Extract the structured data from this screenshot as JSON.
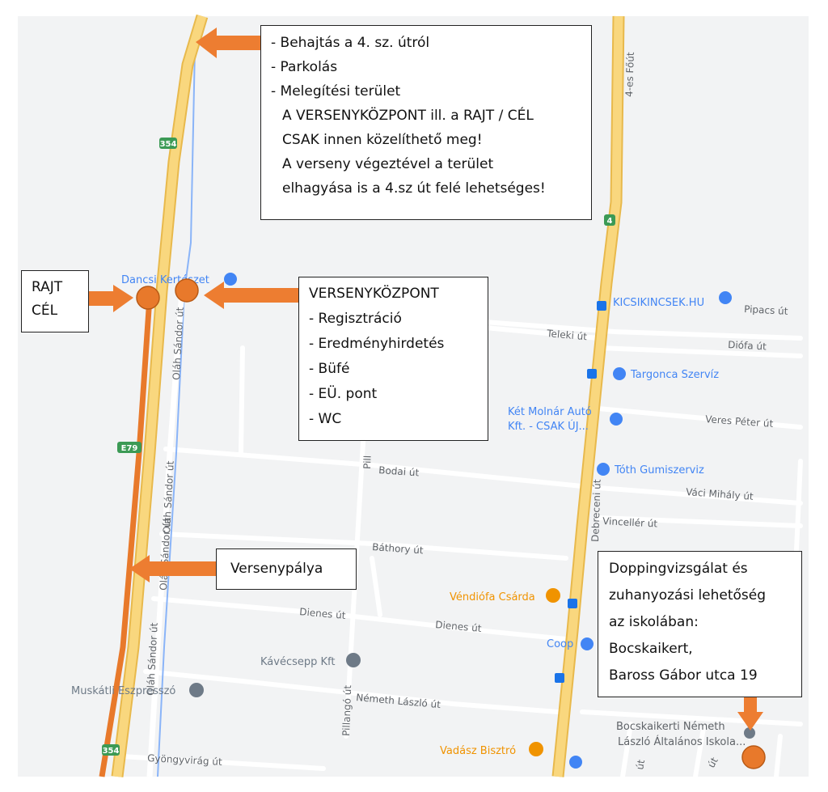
{
  "colors": {
    "background": "#f2f3f4",
    "highway": "#f9d77e",
    "highway_edge": "#e8b94c",
    "minor_road": "#ffffff",
    "water_line": "#8ab4f8",
    "route": "#e8792b",
    "marker": "#e8792b",
    "poi_blue": "#4285f4",
    "poi_orange": "#f09300",
    "poi_gray": "#6e7a87",
    "label_text": "#5f6368",
    "transit": "#1a73e8"
  },
  "callouts": {
    "entry": {
      "lines": [
        "- Behajtás a 4. sz. útról",
        "- Parkolás",
        "- Melegítési terület",
        "A VERSENYKÖZPONT ill. a RAJT / CÉL",
        "CSAK innen közelíthető meg!",
        "A verseny végeztével a terület",
        "elhagyása is a 4.sz út felé lehetséges!"
      ]
    },
    "start_finish": {
      "lines": [
        "RAJT",
        "CÉL"
      ]
    },
    "race_center": {
      "lines": [
        "VERSENYKÖZPONT",
        "- Regisztráció",
        "- Eredményhirdetés",
        "- Büfé",
        "- EÜ. pont",
        "- WC"
      ]
    },
    "race_track": {
      "lines": [
        "Versenypálya"
      ]
    },
    "doping": {
      "lines": [
        "Doppingvizsgálat és",
        "zuhanyozási lehetőség",
        "az iskolában:",
        "Bocskaikert,",
        "Baross Gábor utca 19"
      ]
    }
  },
  "map": {
    "road_shields": {
      "r354": "354",
      "r4": "4",
      "e_route": "E79",
      "r354_bottom": "354"
    },
    "streets": {
      "fout": "4-es Főút",
      "olah_1": "Oláh Sándor út",
      "olah_2": "Oláh Sándor út",
      "olah_3": "Oláh Sándor út",
      "olah_4": "Oláh Sándor út",
      "teleki": "Teleki út",
      "pipacs": "Pipacs út",
      "diofa": "Diófa út",
      "veres": "Veres Péter út",
      "bodai": "Bodai út",
      "vaci": "Váci Mihály út",
      "vinceller": "Vincellér út",
      "bathory": "Báthory út",
      "dienes_1": "Dienes út",
      "dienes_2": "Dienes út",
      "nemeth": "Németh László út",
      "gyongyvirag": "Gyöngyvirág út",
      "pillango_1": "Pill",
      "pillango_2": "Pillangó út",
      "debreceni": "Debreceni út",
      "sut_1": "út",
      "sut_2": "út"
    },
    "pois": {
      "dancsi": "Dancsi Kertészet",
      "kicsikincsek": "KICSIKINCSEK.HU",
      "targonca": "Targonca Szervíz",
      "ket_molnar_1": "Két Molnár Autó",
      "ket_molnar_2": "Kft. - CSAK ÚJ...",
      "toth": "Tóth Gumiszerviz",
      "vendiofa": "Véndiófa Csárda",
      "coop": "Coop",
      "kavecsepp": "Kávécsepp Kft",
      "muskatli": "Muskátli Eszpresszó",
      "vadasz": "Vadász Bisztró",
      "school_1": "Bocskaikerti Németh",
      "school_2": "László Általános Iskola..."
    }
  }
}
